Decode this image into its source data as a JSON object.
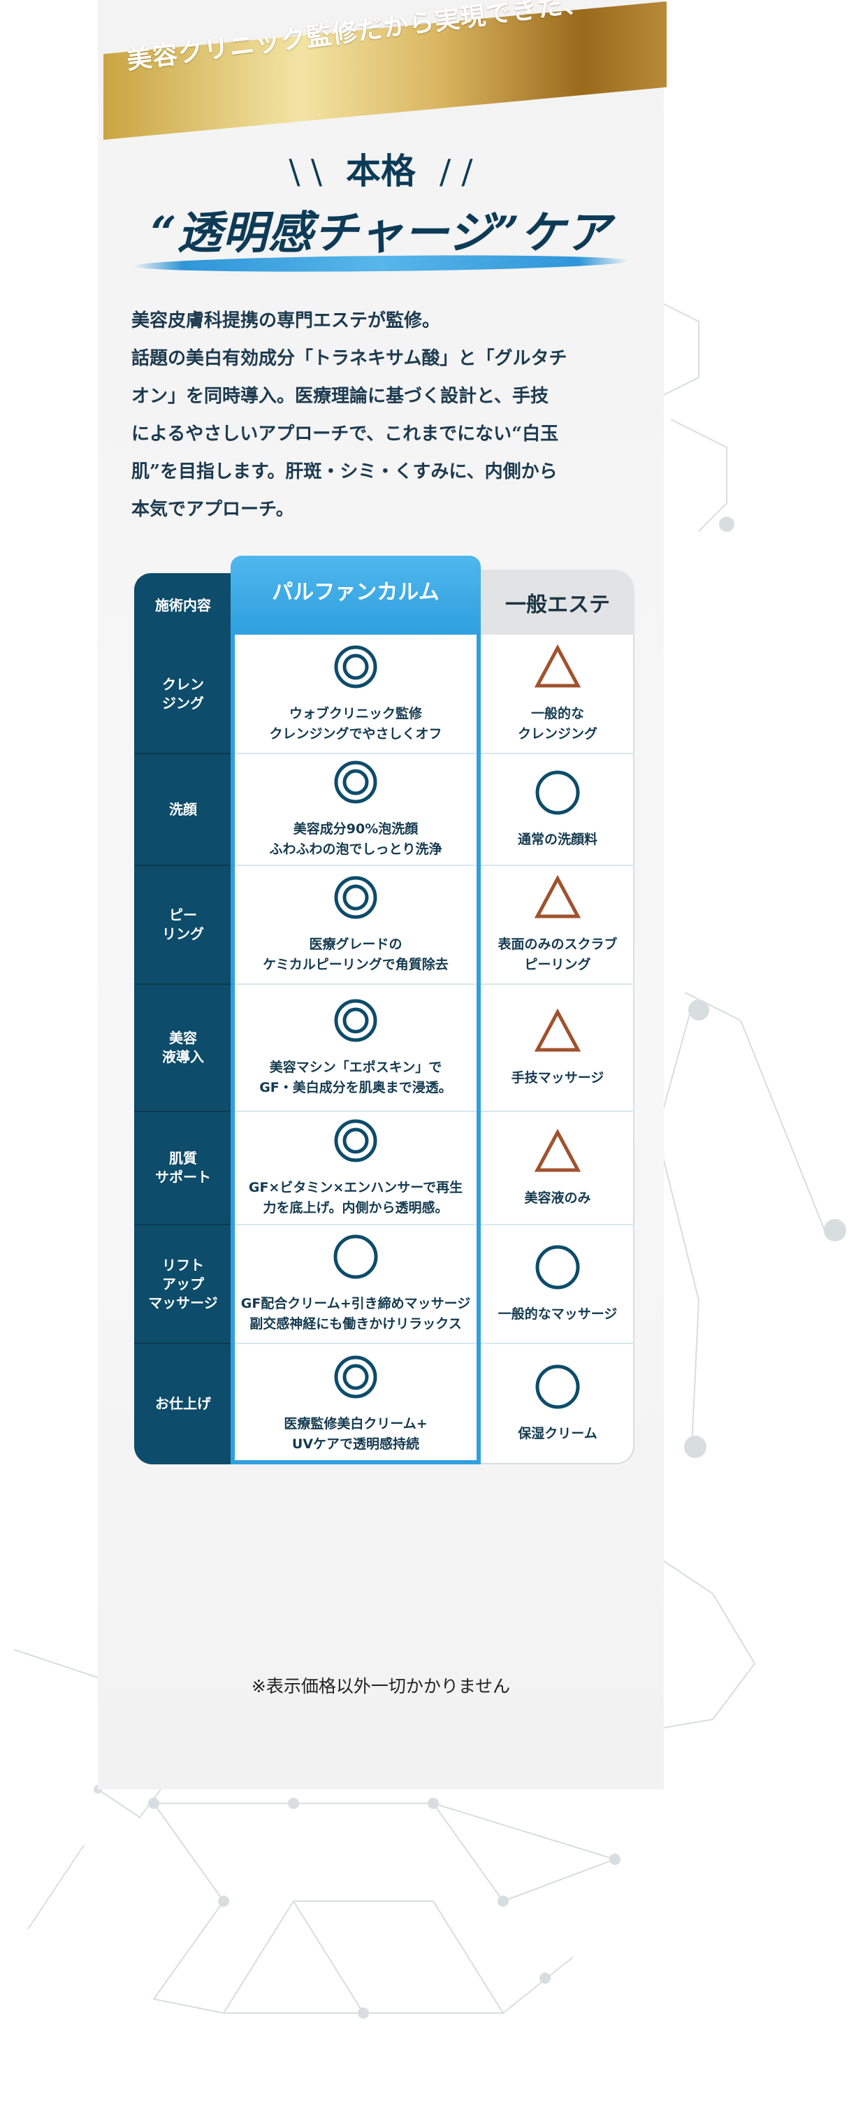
{
  "banner": {
    "text": "美容クリニック監修だから実現できた、"
  },
  "headline": {
    "slash_left": "\\ \\",
    "small": "本格",
    "slash_right": "/ /",
    "main": "“透明感チャージ”ケア"
  },
  "intro": {
    "lines": [
      "美容皮膚科提携の専門エステが監修。",
      "話題の美白有効成分「トラネキサム酸」と「グルタチ",
      "オン」を同時導入。医療理論に基づく設計と、手技",
      "によるやさしいアプローチで、これまでにない“白玉",
      "肌”を目指します。肝斑・シミ・くすみに、内側から",
      "本気でアプローチ。"
    ]
  },
  "comparison": {
    "headers": {
      "category": "施術内容",
      "ours": "パルファンカルム",
      "general": "一般エステ"
    },
    "rows": [
      {
        "category": "クレン\nジング",
        "ours_symbol": "double-circle",
        "ours_text": "ウォブクリニック監修\nクレンジングでやさしくオフ",
        "general_symbol": "triangle",
        "general_text": "一般的な\nクレンジング"
      },
      {
        "category": "洗顔",
        "ours_symbol": "double-circle",
        "ours_text": "美容成分90%泡洗顔\nふわふわの泡でしっとり洗浄",
        "general_symbol": "circle",
        "general_text": "通常の洗顔料"
      },
      {
        "category": "ピー\nリング",
        "ours_symbol": "double-circle",
        "ours_text": "医療グレードの\nケミカルピーリングで角質除去",
        "general_symbol": "triangle",
        "general_text": "表面のみのスクラブ\nピーリング"
      },
      {
        "category": "美容\n液導入",
        "ours_symbol": "double-circle",
        "ours_text": "美容マシン「エポスキン」で\nGF・美白成分を肌奥まで浸透。",
        "general_symbol": "triangle",
        "general_text": "手技マッサージ"
      },
      {
        "category": "肌質\nサポート",
        "ours_symbol": "double-circle",
        "ours_text": "GF×ビタミン×エンハンサーで再生\n力を底上げ。内側から透明感。",
        "general_symbol": "triangle",
        "general_text": "美容液のみ"
      },
      {
        "category": "リフト\nアップ\nマッサージ",
        "ours_symbol": "circle",
        "ours_text": "GF配合クリーム+引き締めマッサージ\n副交感神経にも働きかけリラックス",
        "general_symbol": "circle",
        "general_text": "一般的なマッサージ"
      },
      {
        "category": "お仕上げ",
        "ours_symbol": "double-circle",
        "ours_text": "医療監修美白クリーム+\nUVケアで透明感持続",
        "general_symbol": "circle",
        "general_text": "保湿クリーム"
      }
    ]
  },
  "note": "※表示価格以外一切かかりません",
  "colors": {
    "navy": "#0d4c6a",
    "blue": "#2f9fdf",
    "triangle": "#a0522d",
    "symbol_navy": "#0d4c6a"
  }
}
